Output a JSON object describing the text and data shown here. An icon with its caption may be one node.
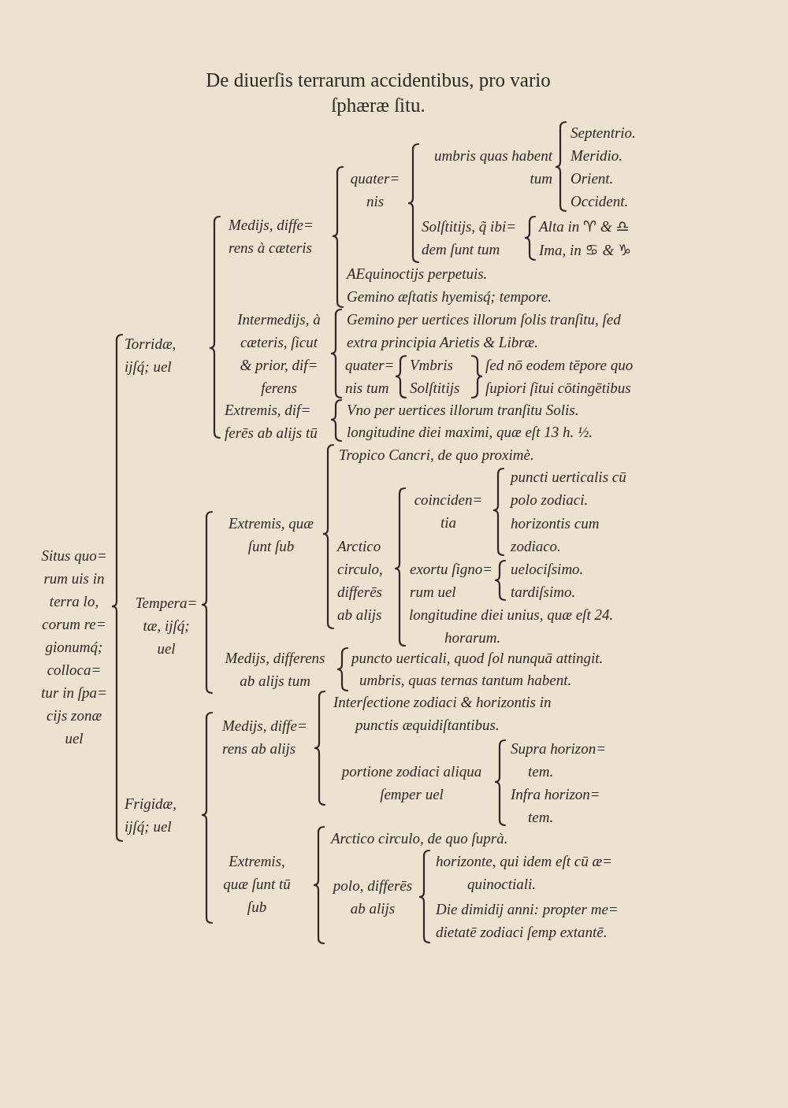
{
  "diagram": {
    "title": "De diuerſis terrarum accidentibus, pro vario ſphæræ ſitu.",
    "labels": [
      "Situs quo= rum uis in terra lo, corum re= gionumq́; colloca= tur in ſpa= cijs zonæ uel",
      "Torridæ, ijſq́; uel",
      "Medijs, diffe= rens à cæteris",
      "quater= nis",
      "umbris quas habent tum",
      "Septentrio.",
      "Meridio.",
      "Orient.",
      "Occident.",
      "Solſtitijs, q̃ ibi= dem ſunt tum",
      "Alta in ♈ & ♎",
      "Ima, in ♋ & ♑",
      "AEquinoctijs perpetuis.",
      "Gemino æſtatis hyemisq́; tempore.",
      "Intermedijs, à cæteris, ſicut & prior, dif= ferens",
      "Gemino per uertices illorum ſolis tranſitu, ſed extra principia Arietis & Libræ.",
      "quater= nis tum",
      "Vmbris",
      "Solſtitijs",
      "ſed nō eodem tēpore quo ſupiori ſitui cōtingētibus",
      "Extremis, dif= ferēs ab alijs tū",
      "Vno per uertices illorum tranſitu Solis.",
      "longitudine diei maximi, quæ eſt 13 h. ½.",
      "Tempera= tæ, ijſq́; uel",
      "Extremis, quæ ſunt ſub",
      "Tropico Cancri, de quo proximè.",
      "Arctico circulo, differēs ab alijs",
      "coinciden= tia",
      "puncti uerticalis cū polo zodiaci.",
      "horizontis cum zodiaco.",
      "exortu ſigno= rum uel",
      "uelociſsimo.",
      "tardiſsimo.",
      "longitudine diei unius, quæ eſt 24. horarum.",
      "Medijs, differens ab alijs tum",
      "puncto uerticali, quod ſol nunquā attingit.",
      "umbris, quas ternas tantum habent.",
      "Frigidæ, ijſq́; uel",
      "Medijs, diffe= rens ab alijs",
      "Interſectione zodiaci & horizontis in punctis æquidiſtantibus.",
      "portione zodiaci aliqua ſemper uel",
      "Supra horizon= tem.",
      "Infra horizon= tem.",
      "Extremis, quæ ſunt tū ſub",
      "Arctico circulo, de quo ſuprà.",
      "polo, differēs ab alijs",
      "horizonte, qui idem eſt cū æ= quinoctiali.",
      "Die dimidij anni: propter me= dietatē zodiaci ſemp extantē."
    ]
  }
}
